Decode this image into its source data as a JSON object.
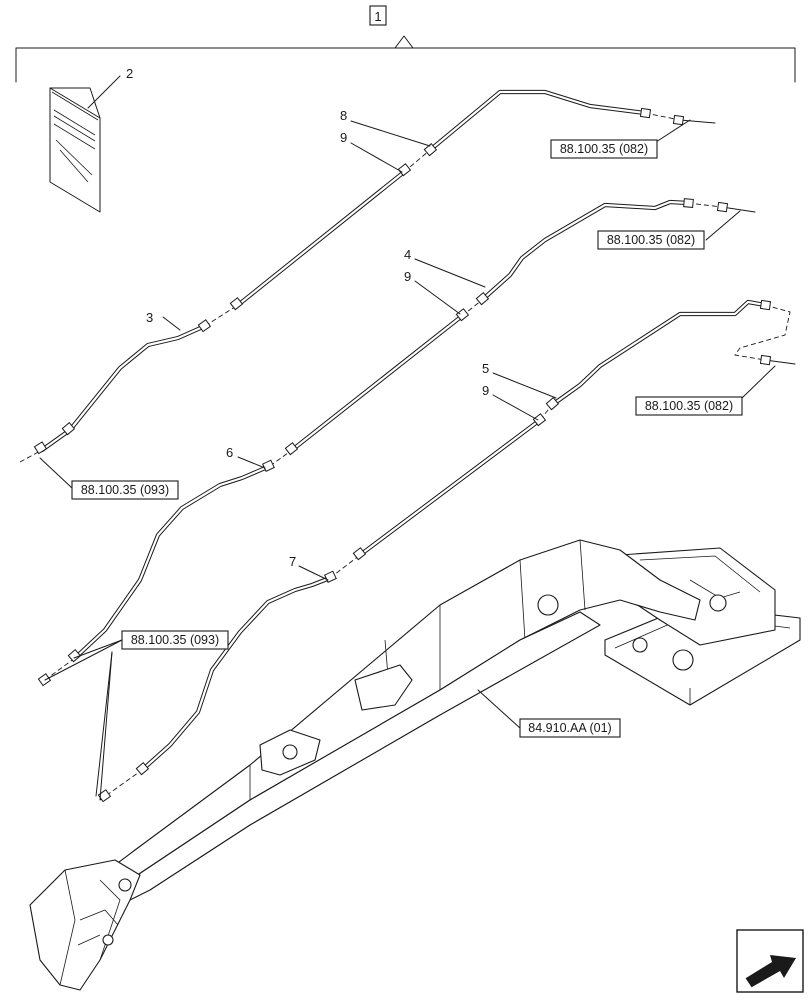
{
  "diagram": {
    "kit_label": "1",
    "manual_label": "2",
    "items": {
      "item3": "3",
      "item4": "4",
      "item5": "5",
      "item6": "6",
      "item7": "7",
      "item8": "8",
      "item9a": "9",
      "item9b": "9",
      "item9c": "9"
    },
    "references": {
      "ref_top": "88.100.35 (082)",
      "ref_mid": "88.100.35 (082)",
      "ref_right": "88.100.35 (082)",
      "ref_left_upper": "88.100.35 (093)",
      "ref_left_lower": "88.100.35 (093)",
      "ref_boom": "84.910.AA (01)"
    }
  }
}
